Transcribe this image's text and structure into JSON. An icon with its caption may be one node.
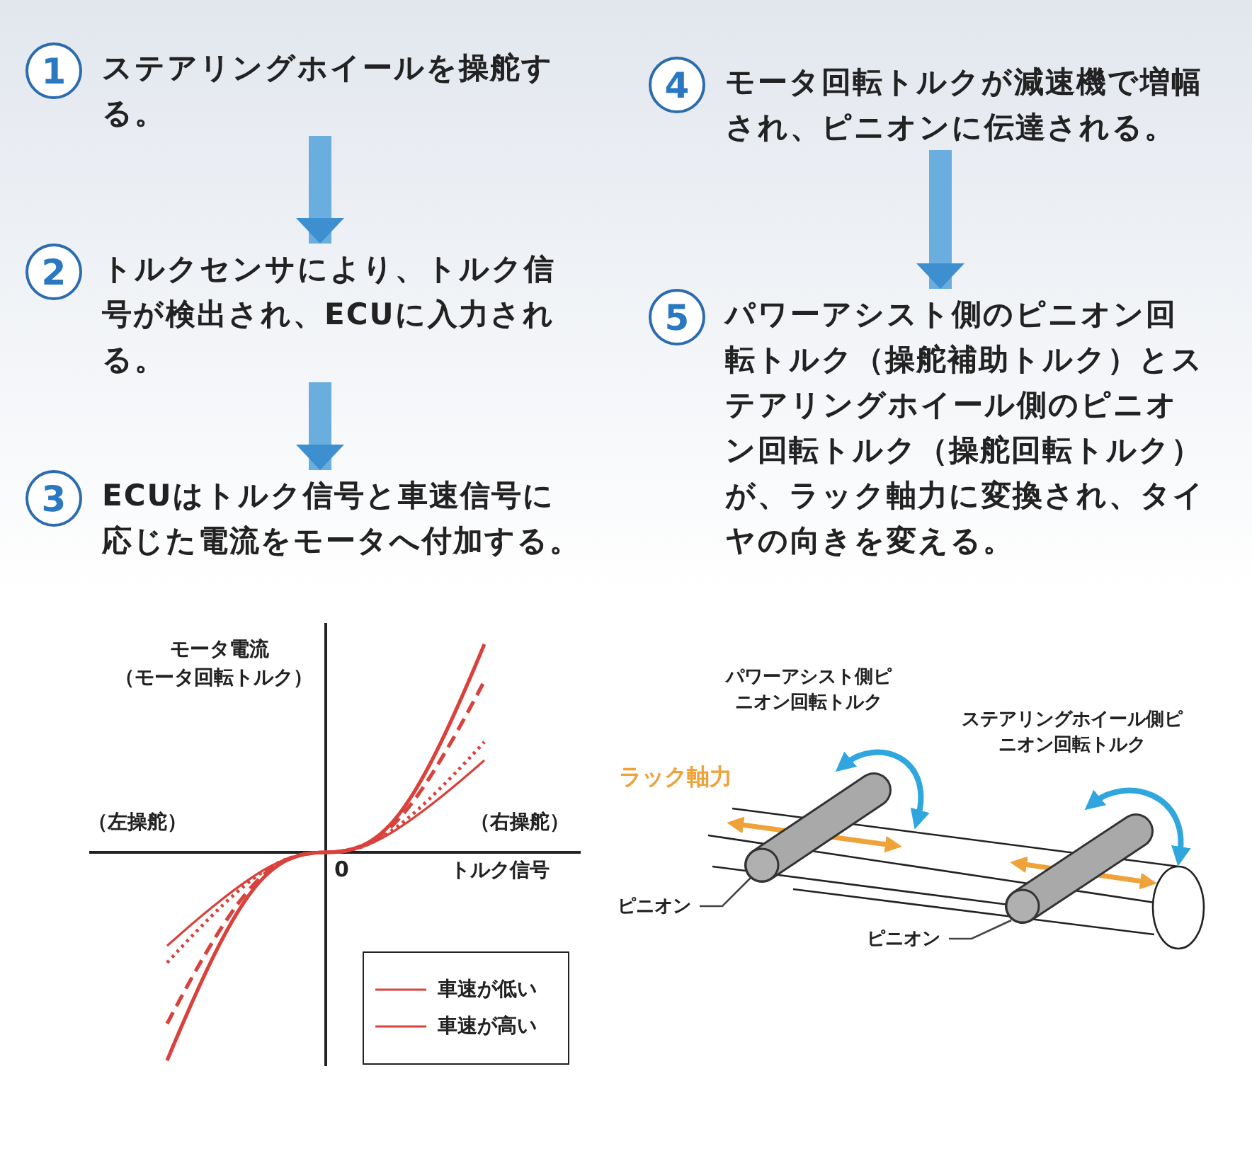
{
  "diagram": {
    "nodes": [
      {
        "text": [
          "1",
          "ステアリングホイールを操舵する。"
        ]
      },
      {
        "text": [
          "2",
          "トルクセンサにより、トルク信号が検出され、ECUに入力される。"
        ]
      },
      {
        "text": [
          "3",
          "ECUはトルク信号と車速信号に応じた電流をモータへ付加する。"
        ]
      },
      {
        "text": [
          "4",
          "モータ回転トルクが減速機で増幅され、ピニオンに伝達される。"
        ]
      },
      {
        "text": [
          "5",
          "パワーアシスト側のピニオン回転トルク（操舵補助トルク）とステアリングホイール側のピニオン回転トルク（操舵回転トルク）が、ラック軸力に変換され、タイヤの向きを変える。"
        ]
      },
      {
        "text": [
          "ピニオン"
        ]
      },
      {
        "text": [],
        "shape": "cylinder"
      },
      {
        "text": [
          "ピニオン"
        ]
      },
      {
        "text": [],
        "shape": "cylinder"
      }
    ],
    "edges": [
      {
        "from": 0,
        "to": 1,
        "arrow": "to"
      },
      {
        "from": 1,
        "to": 2,
        "arrow": "to"
      },
      {
        "from": 3,
        "to": 4,
        "arrow": "to"
      },
      {
        "from": 5,
        "to": 6,
        "arrow": "none",
        "color": "#444444"
      },
      {
        "from": 7,
        "to": 8,
        "arrow": "none",
        "color": "#444444"
      }
    ],
    "labels": [
      "モータ電流",
      "（モータ回転トルク）",
      "（左操舵）",
      "（右操舵）",
      "0",
      "トルク信号",
      "パワーアシスト側ピニオン回転トルク",
      "ステアリングホイール側ピニオン回転トルク",
      "ラック軸力"
    ],
    "legend": [
      {
        "text": "車速が低い"
      },
      {
        "text": "車速が高い"
      }
    ]
  }
}
